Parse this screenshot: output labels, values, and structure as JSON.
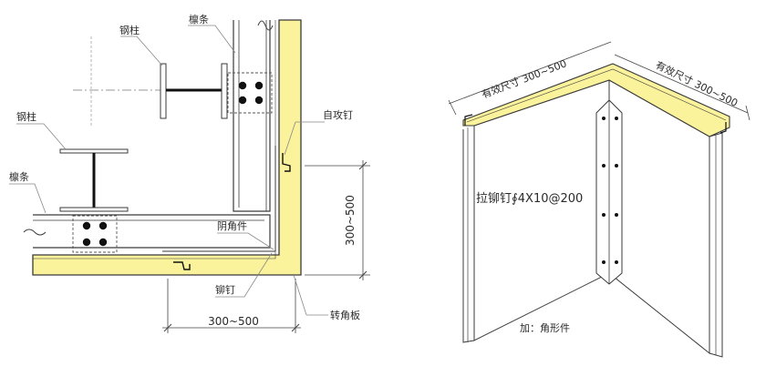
{
  "left_detail": {
    "labels": {
      "steel_column_top": "钢柱",
      "purlin_top": "檩条",
      "steel_column_left": "钢柱",
      "purlin_left": "檩条",
      "self_tapping_screw": "自攻钉",
      "inner_corner_piece": "阴角件",
      "rivet": "铆钉",
      "corner_panel": "转角板"
    },
    "dimensions": {
      "vertical": "300~500",
      "horizontal": "300~500"
    }
  },
  "right_detail": {
    "labels": {
      "effective_size_left": "有效尺寸 300~500",
      "effective_size_right": "有效尺寸 300~500",
      "pull_rivet": "拉铆钉∮4X10@200",
      "note": "加：角形件"
    }
  },
  "colors": {
    "panel_fill": "#fbf29c",
    "outline": "#3a3a3a",
    "leader": "#888888",
    "background": "#ffffff"
  }
}
